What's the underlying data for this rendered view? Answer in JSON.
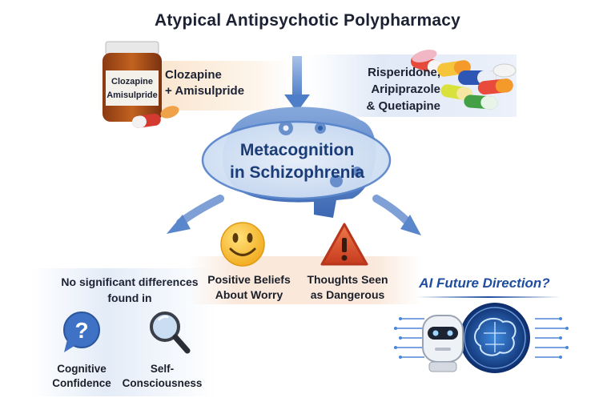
{
  "title": "Atypical Antipsychotic Polypharmacy",
  "left_drug": {
    "bottle_lines": [
      "Clozapine",
      "Amisulpride"
    ],
    "label_lines": [
      "Clozapine",
      "+ Amisulpride"
    ]
  },
  "right_drug": {
    "label_lines": [
      "Risperidone,",
      "Aripiprazole",
      "& Quetiapine"
    ]
  },
  "center": {
    "lines": [
      "Metacognition",
      "in Schizophrenia"
    ]
  },
  "no_difference": {
    "lines": [
      "No significant differences",
      "found in"
    ],
    "items": [
      {
        "lines": [
          "Cognitive",
          "Confidence"
        ],
        "icon": "question-mark-speech-bubble-icon"
      },
      {
        "lines": [
          "Self-",
          "Consciousness"
        ],
        "icon": "magnifying-glass-icon"
      }
    ]
  },
  "positive_beliefs": {
    "lines": [
      "Positive Beliefs",
      "About Worry"
    ],
    "icon": "smiley-face-icon"
  },
  "thoughts_dangerous": {
    "lines": [
      "Thoughts Seen",
      "as Dangerous"
    ],
    "icon": "warning-triangle-icon"
  },
  "ai": {
    "title": "AI Future Direction?",
    "icon": "robot-and-circuit-brain-icon"
  },
  "colors": {
    "arrow_blue": "#6f93cf",
    "brain_blue": "#4f7ec8",
    "ellipse_blue": "#dbe7f7",
    "orange_band": "#f5cda0",
    "warning_red": "#d2492a",
    "smiley_yellow": "#f6c22c",
    "ai_blue": "#1f4ea0"
  }
}
